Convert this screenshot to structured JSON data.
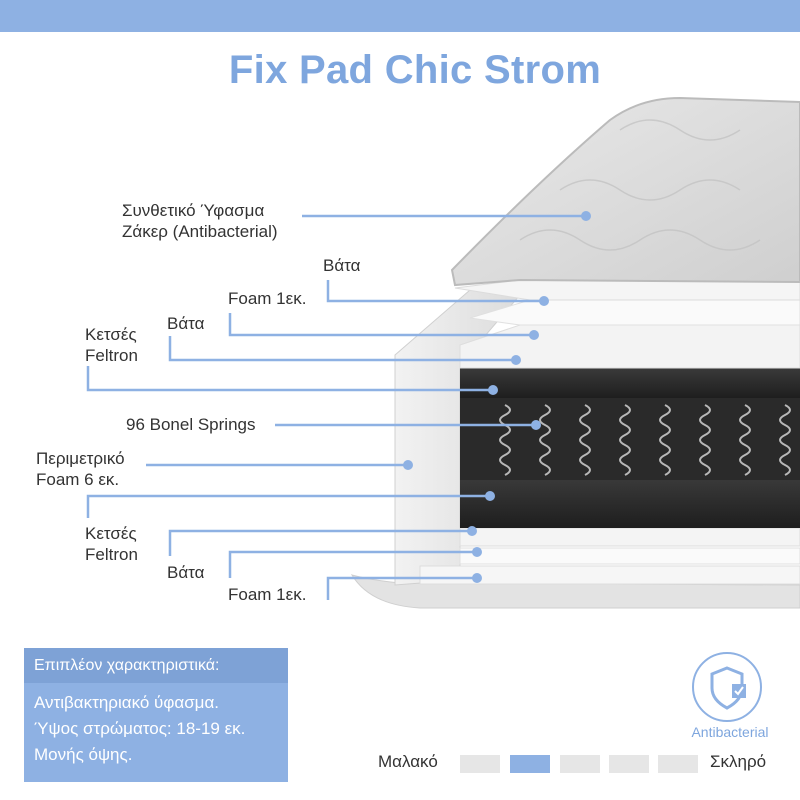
{
  "title": "Fix Pad Chic Strom",
  "colors": {
    "accent": "#8eb1e3",
    "title": "#7ea6de",
    "line": "#8eb1e3",
    "segment_off": "#e6e6e6"
  },
  "layers": {
    "fabric": "Συνθετικό Ύφασμα\nΖάκερ (Antibacterial)",
    "vata_top_1": "Βάτα",
    "foam_top": "Foam 1εκ.",
    "vata_top_2": "Βάτα",
    "ketses_top": "Κετσές\nFeltron",
    "springs": "96 Bonel Springs",
    "perimeter_foam": "Περιμετρικό\nFoam 6 εκ.",
    "ketses_bottom": "Κετσές\nFeltron",
    "vata_bottom": "Βάτα",
    "foam_bottom": "Foam 1εκ."
  },
  "features": {
    "heading": "Επιπλέον χαρακτηριστικά:",
    "items": [
      "Αντιβακτηριακό ύφασμα.",
      "Ύψος στρώματος: 18-19 εκ.",
      "Μονής όψης."
    ]
  },
  "badge": {
    "label": "Antibacterial",
    "icon": "shield-check-icon"
  },
  "firmness": {
    "left_label": "Μαλακό",
    "right_label": "Σκληρό",
    "segments": 5,
    "selected": 2
  }
}
